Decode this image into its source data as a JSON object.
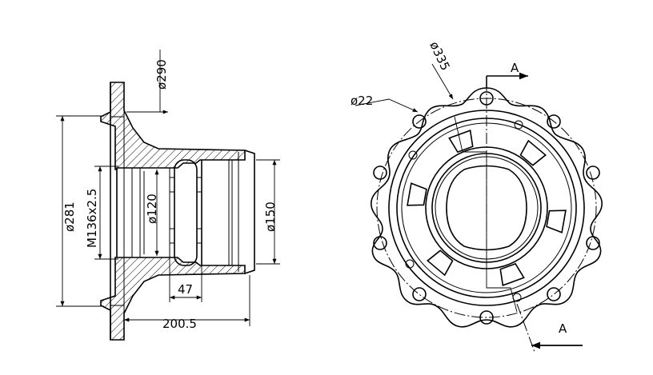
{
  "dimensions": {
    "d290": "ø290",
    "d281": "ø281",
    "thread": "M136x2.5",
    "d120": "ø120",
    "d150": "ø150",
    "len47": "47",
    "len2005": "200.5",
    "d335": "ø335",
    "d22": "ø22"
  },
  "section": {
    "top": "A",
    "bottom": "A"
  },
  "colors": {
    "line": "#000000",
    "background": "#ffffff"
  }
}
